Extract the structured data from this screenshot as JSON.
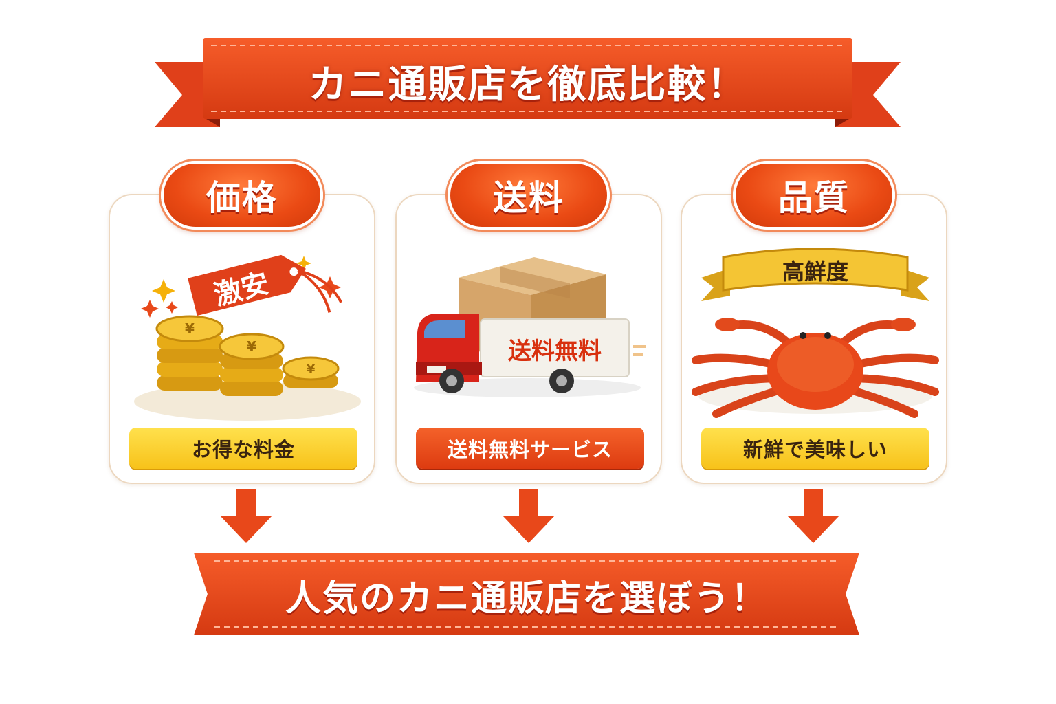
{
  "header": {
    "title": "カニ通販店を徹底比較！"
  },
  "cards": [
    {
      "heading": "価格",
      "tag": "激安",
      "caption": "お得な料金",
      "coin_symbol": "¥"
    },
    {
      "heading": "送料",
      "truck_sign": "送料無料",
      "caption": "送料無料サービス"
    },
    {
      "heading": "品質",
      "ribbon": "高鮮度",
      "caption": "新鮮で美味しい"
    }
  ],
  "footer": {
    "title": "人気のカニ通販店を選ぼう！"
  },
  "colors": {
    "accent_red": "#e8481a",
    "gold": "#f7c21a",
    "card_border": "#ecd7bf"
  }
}
